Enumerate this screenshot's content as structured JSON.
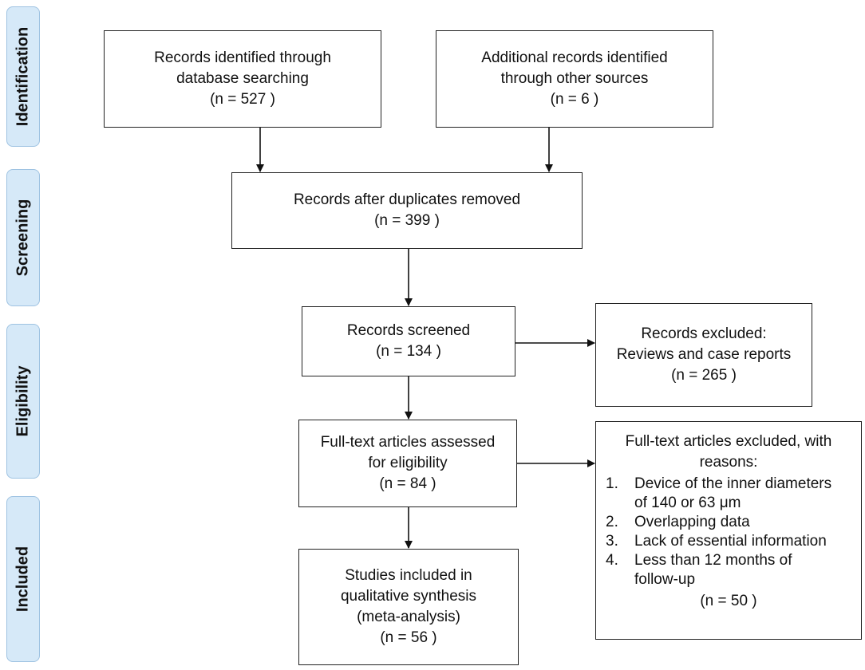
{
  "phases": {
    "identification": "Identification",
    "screening": "Screening",
    "eligibility": "Eligibility",
    "included": "Included"
  },
  "boxes": {
    "database": {
      "lines": [
        "Records identified through",
        "database searching"
      ],
      "n": "(n =  527 )"
    },
    "other_sources": {
      "lines": [
        "Additional records identified",
        "through other sources"
      ],
      "n": "(n =  6 )"
    },
    "duplicates": {
      "lines": [
        "Records after duplicates removed"
      ],
      "n": "(n =  399 )"
    },
    "screened": {
      "lines": [
        "Records screened"
      ],
      "n": "(n =  134 )"
    },
    "excluded": {
      "lines": [
        "Records excluded:",
        "Reviews and case reports"
      ],
      "n": "(n = 265 )"
    },
    "fulltext": {
      "lines": [
        "Full-text articles assessed",
        "for eligibility"
      ],
      "n": "(n =  84 )"
    },
    "fulltext_excluded": {
      "lines": [
        "Full-text articles excluded, with",
        "reasons:"
      ],
      "reasons": [
        {
          "num": "1.",
          "text": [
            "Device of the inner diameters",
            "of 140 or 63 μm"
          ]
        },
        {
          "num": "2.",
          "text": [
            "Overlapping data"
          ]
        },
        {
          "num": "3.",
          "text": [
            "Lack of essential information"
          ]
        },
        {
          "num": "4.",
          "text": [
            "Less than 12 months of",
            "follow-up"
          ]
        }
      ],
      "n": "(n =  50 )"
    },
    "included": {
      "lines": [
        "Studies included in",
        "qualitative synthesis",
        "(meta-analysis)"
      ],
      "n": "(n =  56 )"
    }
  }
}
